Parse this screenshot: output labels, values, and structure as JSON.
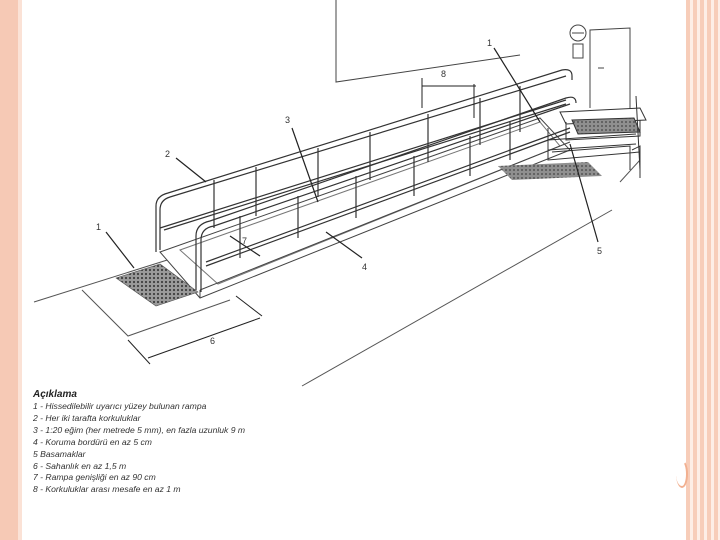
{
  "callouts": {
    "c1": "1",
    "c2": "2",
    "c3": "3",
    "c4": "4",
    "c5": "5",
    "c6": "6",
    "c7": "7",
    "c8": "8",
    "c_top": "1"
  },
  "legend": {
    "title": "Açıklama",
    "items": [
      "1 - Hissedilebilir uyarıcı yüzey bulunan rampa",
      "2 - Her iki tarafta korkuluklar",
      "3 - 1:20 eğim (her metrede 5 mm), en fazla uzunluk 9 m",
      "4 - Koruma bordürü en az 5 cm",
      "5   Basamaklar",
      "6 - Sahanlık en az 1,5 m",
      "7 - Rampa genişliği en az 90 cm",
      "8 - Korkuluklar arası mesafe en az 1 m"
    ]
  },
  "colors": {
    "border": "#f6c9b5",
    "line": "#333333",
    "texture": "#555555"
  }
}
